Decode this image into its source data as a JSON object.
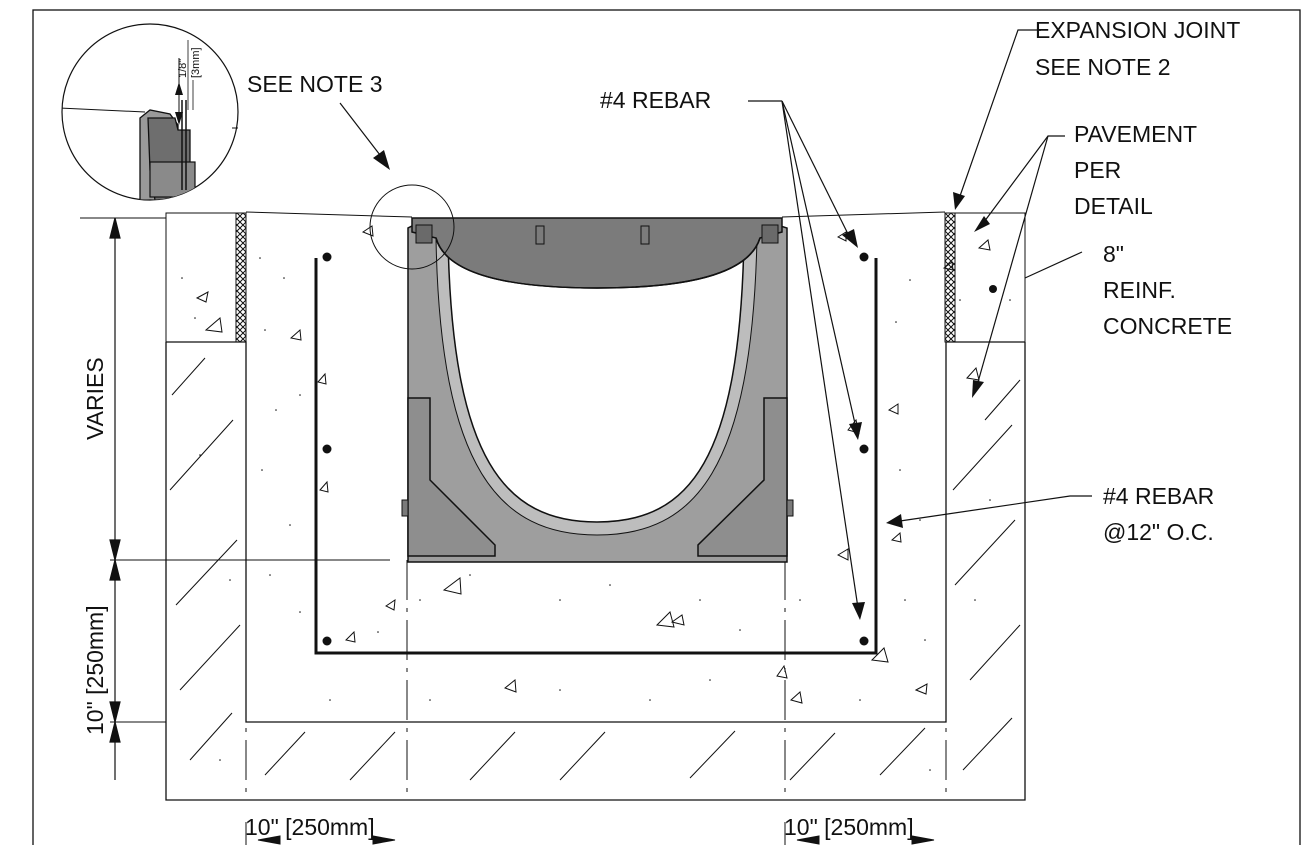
{
  "labels": {
    "see_note_3": "SEE NOTE 3",
    "rebar_top": "#4 REBAR",
    "expansion_joint_1": "EXPANSION JOINT",
    "expansion_joint_2": "SEE NOTE 2",
    "pavement_1": "PAVEMENT",
    "pavement_2": "PER",
    "pavement_3": "DETAIL",
    "concrete_1": "8\"",
    "concrete_2": "REINF.",
    "concrete_3": "CONCRETE",
    "rebar_oc_1": "#4 REBAR",
    "rebar_oc_2": "@12\" O.C.",
    "varies": "VARIES",
    "dim_side": "10\" [250mm]",
    "dim_bottom_left": "10\" [250mm]",
    "dim_bottom_right": "10\" [250mm]",
    "detail_gap_imp": "1/8\"",
    "detail_gap_met": "[3mm]"
  },
  "colors": {
    "line": "#111111",
    "channel_fill": "#9a9a9a",
    "grate_fill": "#7d7d7d",
    "channel_wall": "#b9b9b9"
  }
}
